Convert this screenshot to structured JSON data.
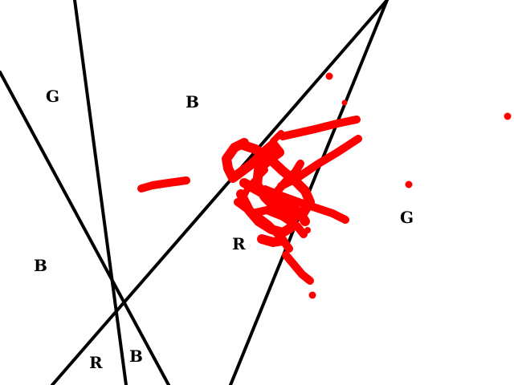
{
  "colors": {
    "background": "#ffffff",
    "line": "#000000",
    "stroke": "#ff0000"
  },
  "labels": {
    "top_left": "G",
    "top_center": "B",
    "right": "G",
    "center": "R",
    "left": "B",
    "bottom_left": "R",
    "bottom_center": "B"
  }
}
